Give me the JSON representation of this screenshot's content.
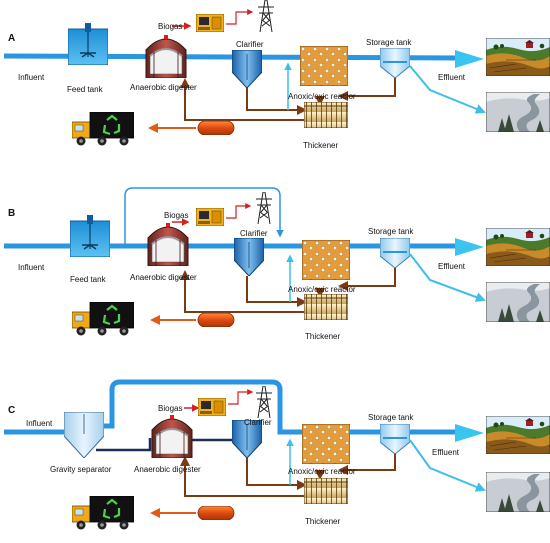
{
  "panels": [
    {
      "id": "A",
      "labels": {
        "influent": "Influent",
        "feed_tank": "Feed  tank",
        "anaerobic_digester": "Anaerobic digester",
        "biogas": "Biogas",
        "clarifier": "Clarifier",
        "anoxic_oxic_reactor": "Anoxic/oxic reactor",
        "storage_tank": "Storage tank",
        "effluent": "Effluent",
        "thickener": "Thickener"
      }
    },
    {
      "id": "B",
      "labels": {
        "influent": "Influent",
        "feed_tank": "Feed tank",
        "anaerobic_digester": "Anaerobic digester",
        "biogas": "Biogas",
        "clarifier": "Clarifier",
        "anoxic_oxic_reactor": "Anoxic/oxic reactor",
        "storage_tank": "Storage tank",
        "effluent": "Effluent",
        "thickener": "Thickener"
      }
    },
    {
      "id": "C",
      "labels": {
        "influent": "Influent",
        "gravity_separator": "Gravity separator",
        "anaerobic_digester": "Anaerobic digester",
        "biogas": "Biogas",
        "clarifier": "Clarifier",
        "anoxic_oxic_reactor": "Anoxic/oxic reactor",
        "storage_tank": "Storage tank",
        "effluent": "Effluent",
        "thickener": "Thickener"
      }
    }
  ],
  "icons": [
    "feed-tank-mixer-icon",
    "gravity-separator-icon",
    "anaerobic-digester-icon",
    "generator-icon",
    "power-pylon-icon",
    "clarifier-icon",
    "reactor-icon",
    "storage-tank-icon",
    "thickener-icon",
    "sludge-tank-icon",
    "recycling-truck-icon",
    "farmland-icon",
    "river-landscape-icon"
  ],
  "colors": {
    "main_flow": "#2a95e0",
    "light_flow": "#3fbfe8",
    "effluent_arrow": "#39c5f0",
    "sludge_return": "#7a3b14",
    "sludge_disposal": "#e05a1a",
    "biogas_line": "#d42020",
    "dark_flow": "#1c2f52",
    "reactor_fill": "#e09a3a",
    "digester_fill": "#8a3a32",
    "truck_cab": "#f0a818"
  }
}
